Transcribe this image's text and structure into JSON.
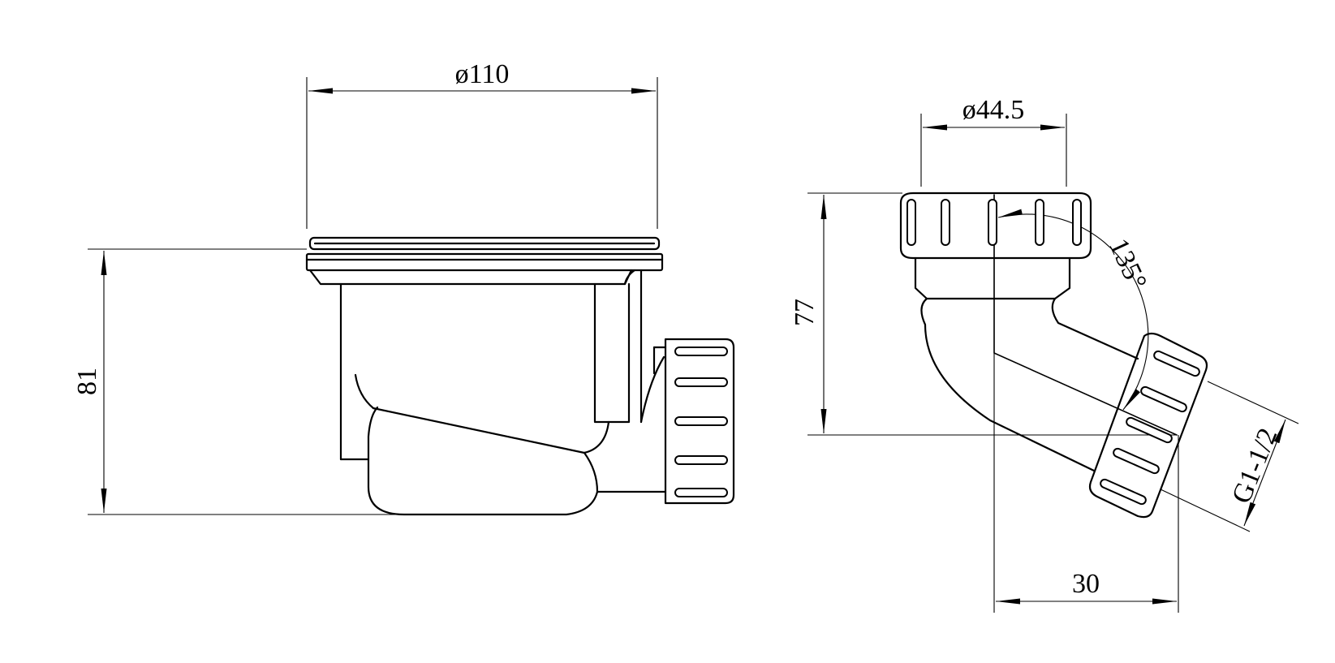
{
  "colors": {
    "ink": "#000000",
    "background": "#ffffff"
  },
  "left_view": {
    "dim_diameter": "ø110",
    "dim_height": "81"
  },
  "right_view": {
    "dim_diameter": "ø44.5",
    "dim_height": "77",
    "dim_angle": "135°",
    "dim_thread": "G1-1/2",
    "dim_offset": "30"
  }
}
